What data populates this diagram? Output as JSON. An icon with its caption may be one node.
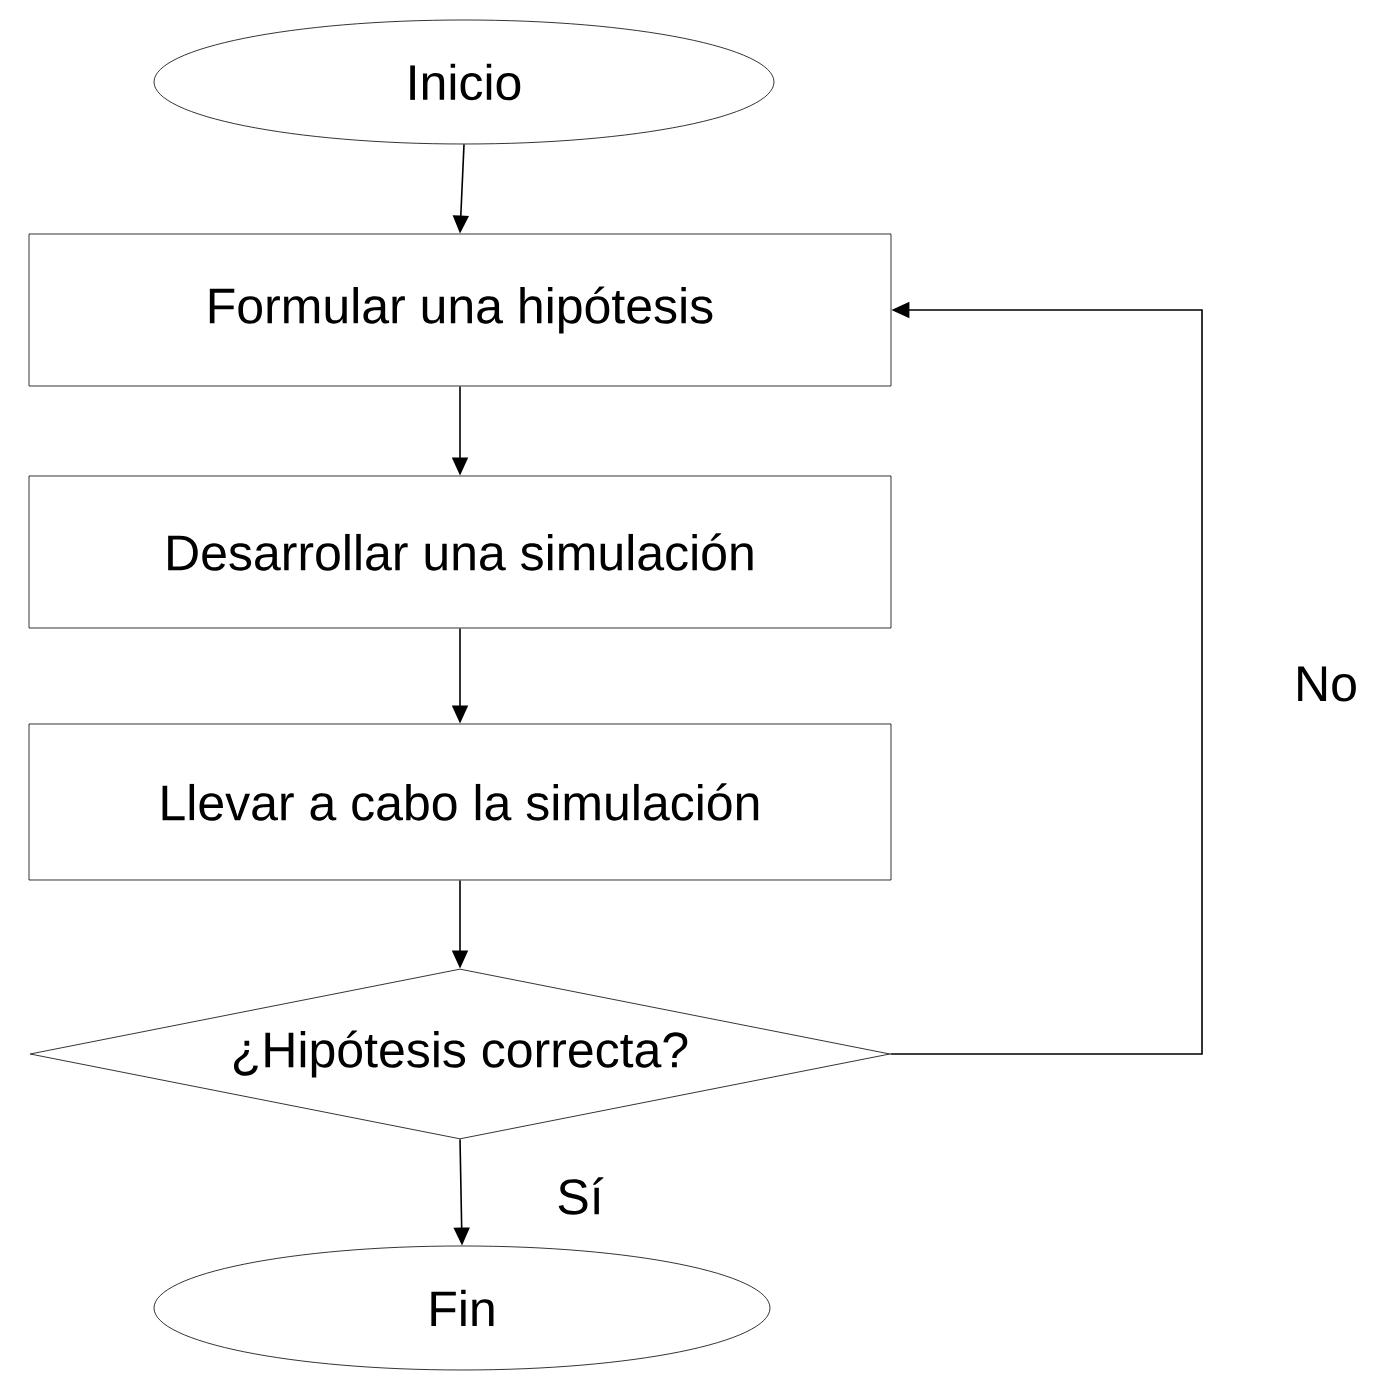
{
  "diagram": {
    "nodes": [
      {
        "text": [
          "Inicio"
        ]
      },
      {
        "text": [
          "Formular una hipótesis"
        ]
      },
      {
        "text": [
          "Desarrollar una simulación"
        ]
      },
      {
        "text": [
          "Llevar a cabo la simulación"
        ]
      },
      {
        "text": [
          "¿Hipótesis correcta?"
        ]
      },
      {
        "text": [
          "Fin"
        ]
      }
    ],
    "edges": [
      {
        "from": 0,
        "to": 1,
        "arrow": "to"
      },
      {
        "from": 1,
        "to": 2,
        "arrow": "to"
      },
      {
        "from": 2,
        "to": 3,
        "arrow": "to"
      },
      {
        "from": 3,
        "to": 4,
        "arrow": "to"
      },
      {
        "from": 4,
        "to": 5,
        "arrow": "to",
        "label": "Sí"
      },
      {
        "from": 4,
        "to": 1,
        "arrow": "to",
        "label": "No"
      }
    ]
  }
}
